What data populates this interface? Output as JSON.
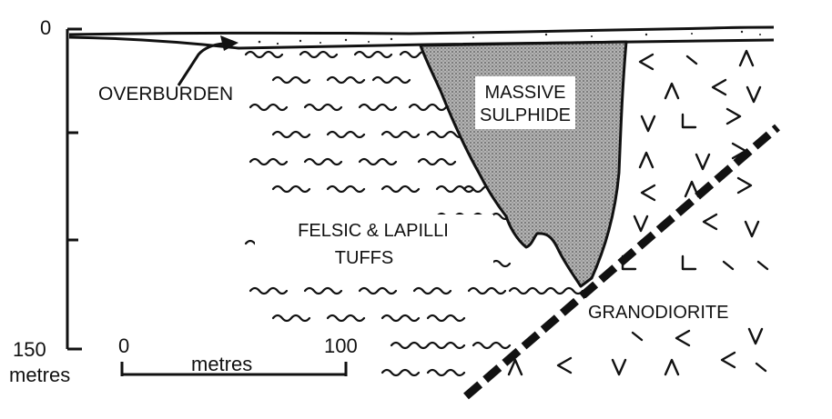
{
  "depth_axis": {
    "top_label": "0",
    "bottom_label": "150",
    "unit_label": "metres"
  },
  "scale_bar": {
    "start_label": "0",
    "end_label": "100",
    "unit_label": "metres"
  },
  "labels": {
    "overburden": "OVERBURDEN",
    "massive_sulphide_line1": "MASSIVE",
    "massive_sulphide_line2": "SULPHIDE",
    "tuffs_line1": "FELSIC & LAPILLI",
    "tuffs_line2": "TUFFS",
    "granodiorite": "GRANODIORITE"
  },
  "colors": {
    "ink": "#111111",
    "ore_fill": "#a8a8a8",
    "background": "#ffffff"
  }
}
